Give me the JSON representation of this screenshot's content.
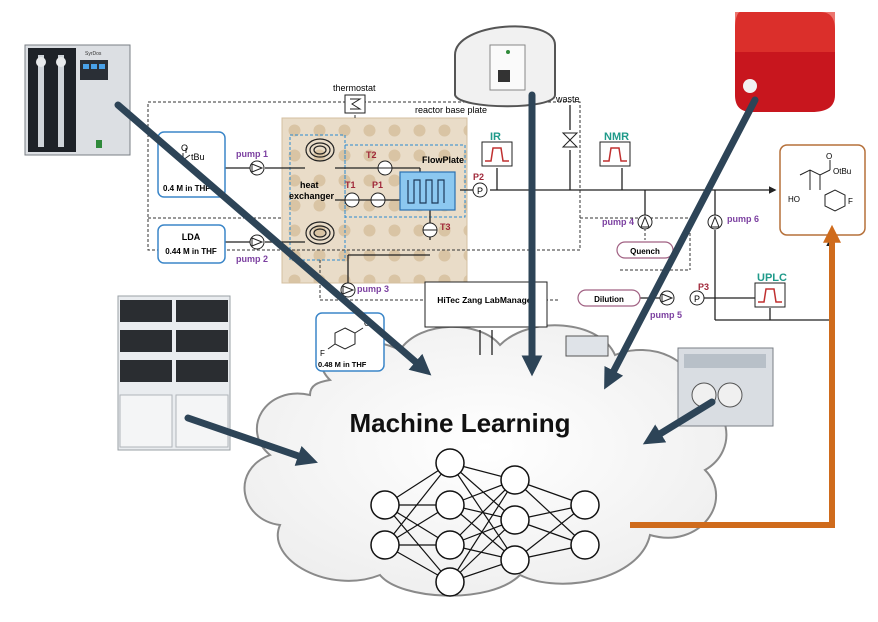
{
  "labels": {
    "thermostat": "thermostat",
    "reactor_base_plate": "reactor base plate",
    "waste": "waste",
    "ir": "IR",
    "nmr": "NMR",
    "uplc": "UPLC",
    "pump1": "pump 1",
    "pump2": "pump 2",
    "pump3": "pump 3",
    "pump4": "pump 4",
    "pump5": "pump 5",
    "pump6": "pump 6",
    "heat_exchanger_1": "heat",
    "heat_exchanger_2": "exchanger",
    "flowplate": "FlowPlate",
    "t1": "T1",
    "t2": "T2",
    "t3": "T3",
    "p1": "P1",
    "p2": "P2",
    "p3": "P3",
    "p_symbol": "P",
    "quench": "Quench",
    "dilution": "Dilution",
    "labmanager": "HiTec Zang LabManager",
    "machine_learning": "Machine Learning",
    "syringe_pump_brand": "SyrDos"
  },
  "reagents": {
    "ester_conc": "0.4 M in THF",
    "ester_group": "O",
    "ester_tbu": "tBu",
    "lda_name": "LDA",
    "lda_conc": "0.44 M in THF",
    "aldehyde_conc": "0.48 M in THF",
    "aldehyde_f": "F",
    "aldehyde_o": "O"
  },
  "product": {
    "ho": "HO",
    "f": "F",
    "obu": "OtBu",
    "o": "O"
  },
  "colors": {
    "arrow_dark": "#2d4457",
    "arrow_orange": "#cf6b1c",
    "reagent_border": "#3b86c8",
    "product_border": "#b5703a",
    "quench_border": "#a06082",
    "label_purple": "#7b3fa0",
    "label_red": "#a0283a",
    "label_teal": "#1f9a8a"
  }
}
